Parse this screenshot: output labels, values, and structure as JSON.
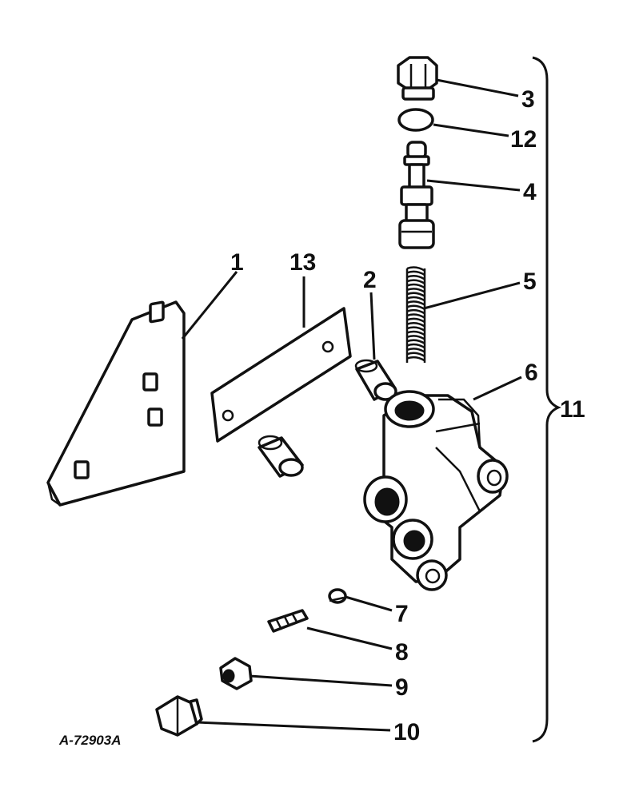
{
  "diagram": {
    "reference_code": "A-72903A",
    "callouts": {
      "c1": "1",
      "c2": "2",
      "c3": "3",
      "c4": "4",
      "c5": "5",
      "c6": "6",
      "c7": "7",
      "c8": "8",
      "c9": "9",
      "c10": "10",
      "c11": "11",
      "c12": "12",
      "c13": "13"
    }
  }
}
